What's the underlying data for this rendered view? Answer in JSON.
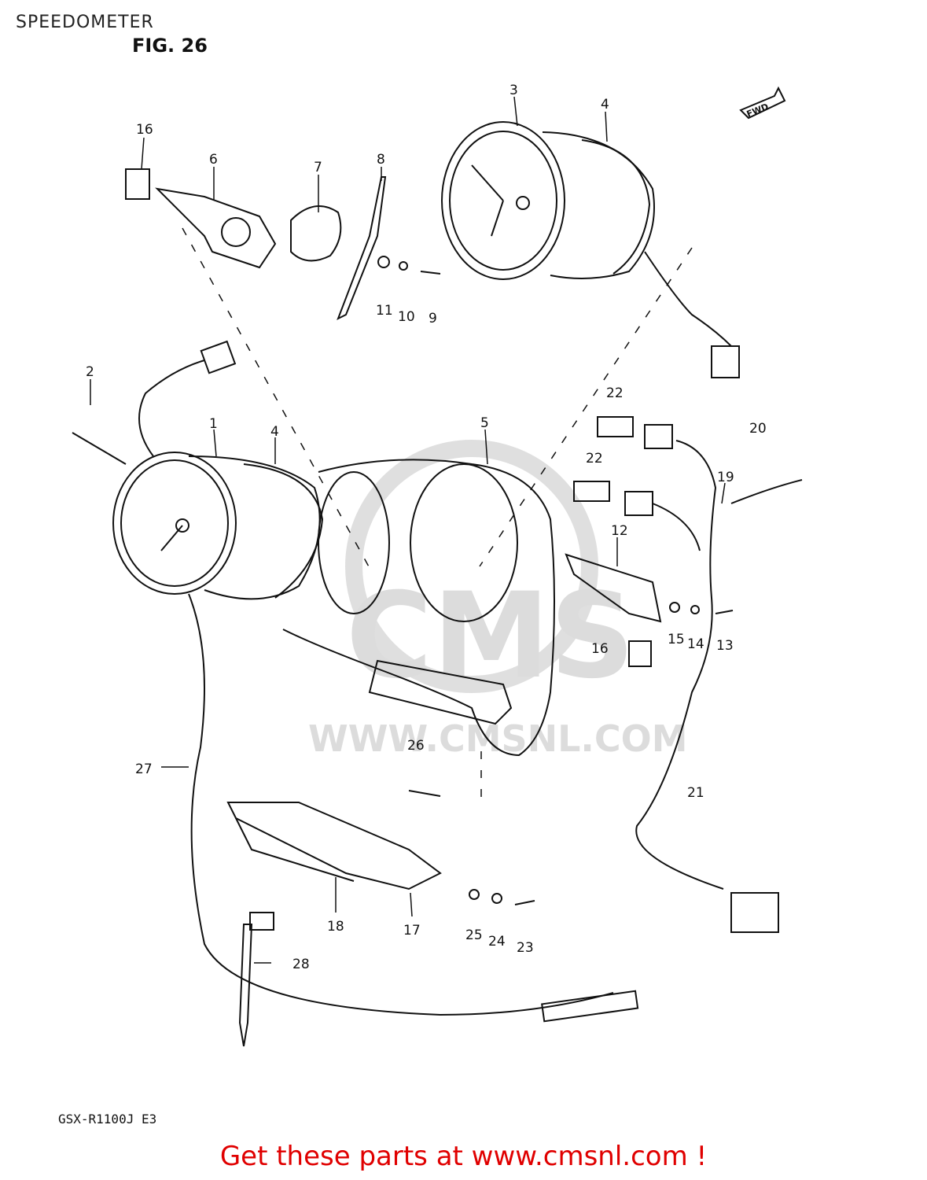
{
  "header": {
    "title": "SPEEDOMETER",
    "figure": "FIG. 26",
    "fwd_tag": "FWD"
  },
  "watermark": {
    "brand": "CMS",
    "url": "WWW.CMSNL.COM"
  },
  "callouts": [
    "16",
    "6",
    "7",
    "8",
    "3",
    "4",
    "11",
    "10",
    "9",
    "2",
    "1",
    "4",
    "5",
    "22",
    "20",
    "22",
    "19",
    "12",
    "15",
    "14",
    "13",
    "16",
    "26",
    "27",
    "21",
    "18",
    "17",
    "25",
    "24",
    "23",
    "28"
  ],
  "model_code": "GSX-R1100J E3",
  "footer": {
    "text": "Get these parts at www.cmsnl.com !",
    "color": "#e00000"
  },
  "colors": {
    "line": "#111111",
    "watermark": "#d9d9d9",
    "footer": "#e00000"
  }
}
